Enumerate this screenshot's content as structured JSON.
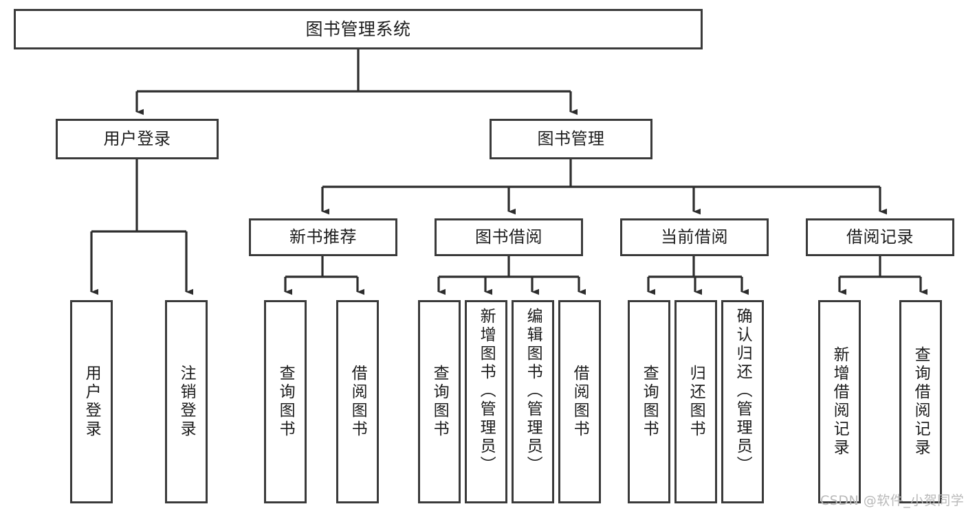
{
  "diagram": {
    "title": "图书管理系统",
    "type": "tree-hierarchy-chart",
    "colors": {
      "box_border": "#3a3a3a",
      "box_fill": "#ffffff",
      "connector": "#2d2d2d",
      "text": "#1c1c1c",
      "watermark": "#b9b9b9",
      "background": "#ffffff"
    },
    "root": {
      "label": "图书管理系统"
    },
    "level2": [
      {
        "label": "用户登录"
      },
      {
        "label": "图书管理"
      }
    ],
    "level3": [
      {
        "label": "新书推荐"
      },
      {
        "label": "图书借阅"
      },
      {
        "label": "当前借阅"
      },
      {
        "label": "借阅记录"
      }
    ],
    "leaves": {
      "user_login": [
        {
          "label": "用户登录"
        },
        {
          "label": "注销登录"
        }
      ],
      "new_book_recommend": [
        {
          "label": "查询图书"
        },
        {
          "label": "借阅图书"
        }
      ],
      "book_borrow": [
        {
          "label": "查询图书"
        },
        {
          "label": "新增图书（管理员）"
        },
        {
          "label": "编辑图书（管理员）"
        },
        {
          "label": "借阅图书"
        }
      ],
      "current_borrow": [
        {
          "label": "查询图书"
        },
        {
          "label": "归还图书"
        },
        {
          "label": "确认归还（管理员）"
        }
      ],
      "borrow_records": [
        {
          "label": "新增借阅记录"
        },
        {
          "label": "查询借阅记录"
        }
      ]
    },
    "watermark": {
      "text": "CSDN @软件_小贺同学"
    }
  }
}
